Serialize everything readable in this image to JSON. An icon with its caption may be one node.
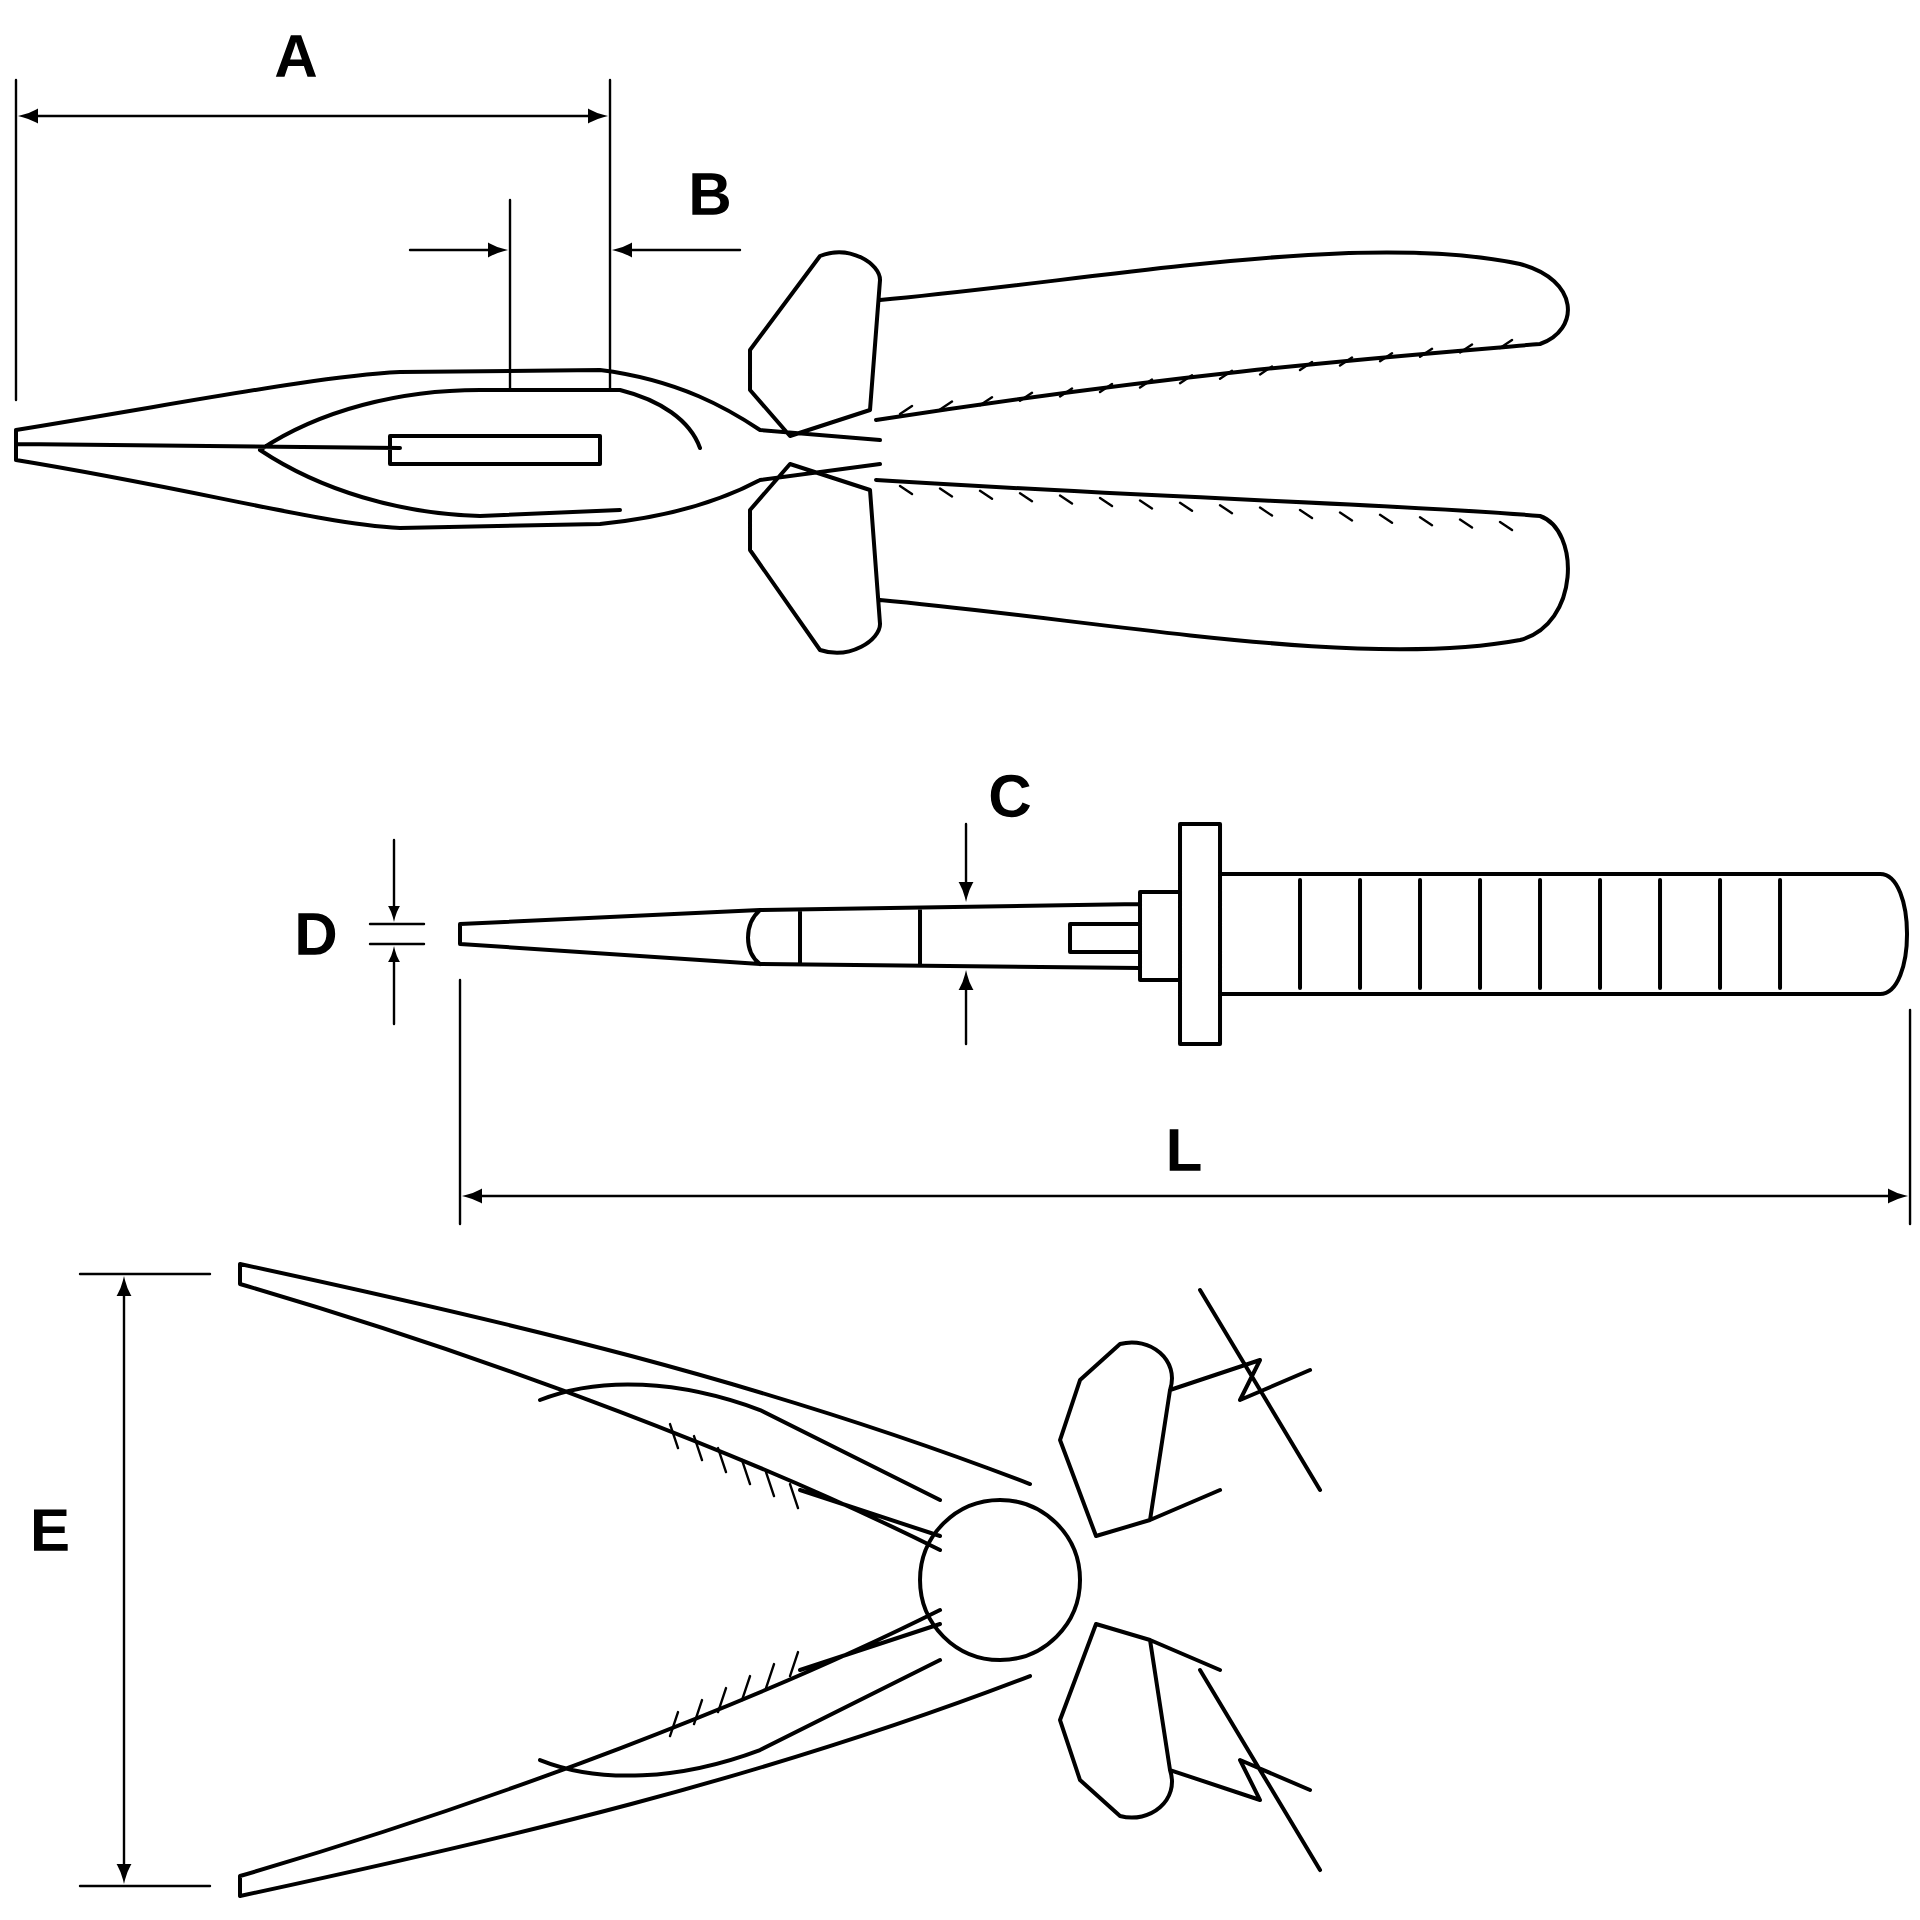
{
  "diagram": {
    "labels": [
      "A",
      "B",
      "C",
      "D",
      "L",
      "E"
    ]
  }
}
